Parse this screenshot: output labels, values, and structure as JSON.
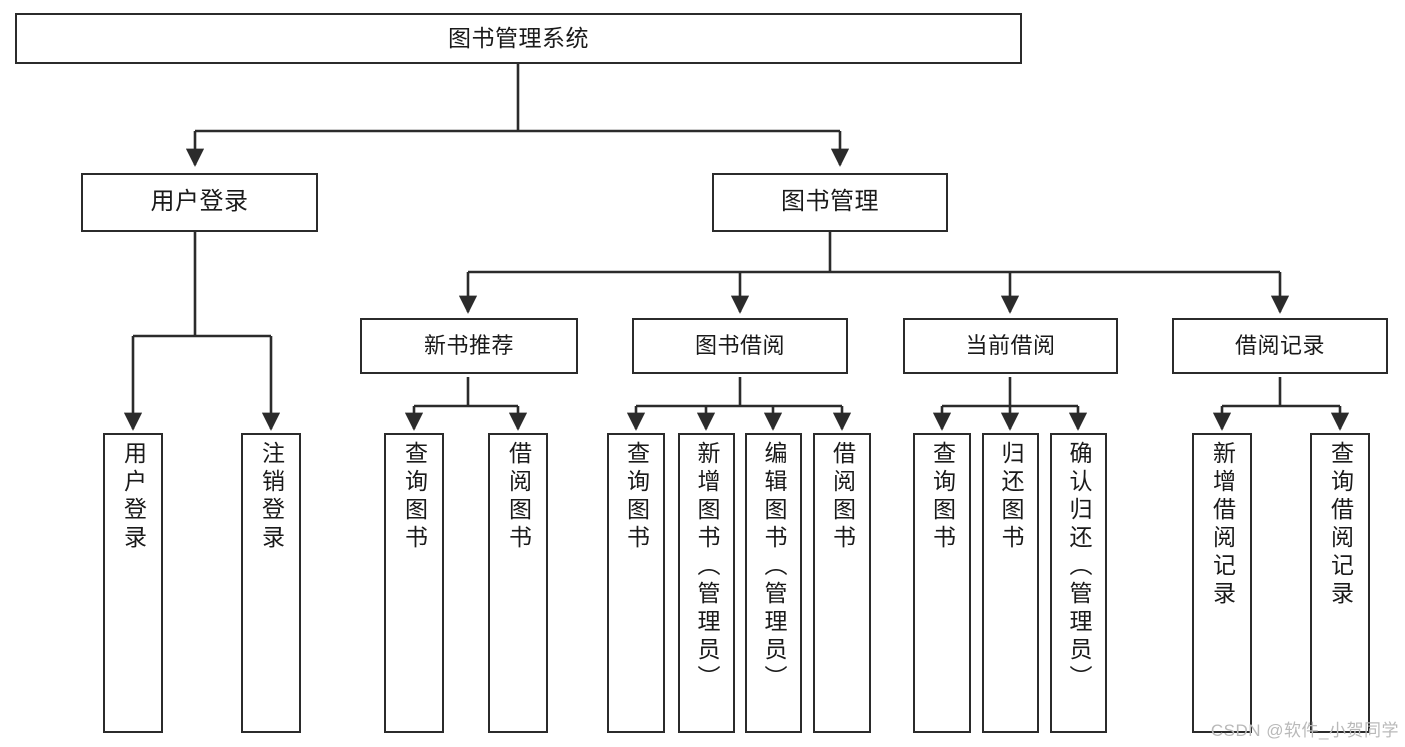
{
  "diagram": {
    "type": "tree-hierarchy",
    "title": "图书管理系统",
    "root": {
      "id": "root",
      "label": "图书管理系统"
    },
    "level1": [
      {
        "id": "user-login",
        "label": "用户登录"
      },
      {
        "id": "book-manage",
        "label": "图书管理"
      }
    ],
    "level2": [
      {
        "id": "new-book-recommend",
        "label": "新书推荐",
        "parent": "book-manage"
      },
      {
        "id": "book-borrow",
        "label": "图书借阅",
        "parent": "book-manage"
      },
      {
        "id": "current-borrow",
        "label": "当前借阅",
        "parent": "book-manage"
      },
      {
        "id": "borrow-record",
        "label": "借阅记录",
        "parent": "book-manage"
      }
    ],
    "leaves": [
      {
        "id": "leaf-user-login",
        "label": "用户登录",
        "parent": "user-login"
      },
      {
        "id": "leaf-user-logout",
        "label": "注销登录",
        "parent": "user-login"
      },
      {
        "id": "leaf-query-book-1",
        "label": "查询图书",
        "parent": "new-book-recommend"
      },
      {
        "id": "leaf-borrow-book-1",
        "label": "借阅图书",
        "parent": "new-book-recommend"
      },
      {
        "id": "leaf-query-book-2",
        "label": "查询图书",
        "parent": "book-borrow"
      },
      {
        "id": "leaf-add-book",
        "label": "新增图书（管理员）",
        "parent": "book-borrow"
      },
      {
        "id": "leaf-edit-book",
        "label": "编辑图书（管理员）",
        "parent": "book-borrow"
      },
      {
        "id": "leaf-borrow-book-2",
        "label": "借阅图书",
        "parent": "book-borrow"
      },
      {
        "id": "leaf-query-book-3",
        "label": "查询图书",
        "parent": "current-borrow"
      },
      {
        "id": "leaf-return-book",
        "label": "归还图书",
        "parent": "current-borrow"
      },
      {
        "id": "leaf-confirm-return",
        "label": "确认归还（管理员）",
        "parent": "current-borrow"
      },
      {
        "id": "leaf-add-record",
        "label": "新增借阅记录",
        "parent": "borrow-record"
      },
      {
        "id": "leaf-query-record",
        "label": "查询借阅记录",
        "parent": "borrow-record"
      }
    ],
    "colors": {
      "stroke": "#2b2b2b",
      "fill": "#ffffff",
      "text": "#1a1a1a",
      "watermark": "#b9b9b9"
    }
  },
  "watermark": {
    "text": "CSDN @软件_小贺同学"
  }
}
